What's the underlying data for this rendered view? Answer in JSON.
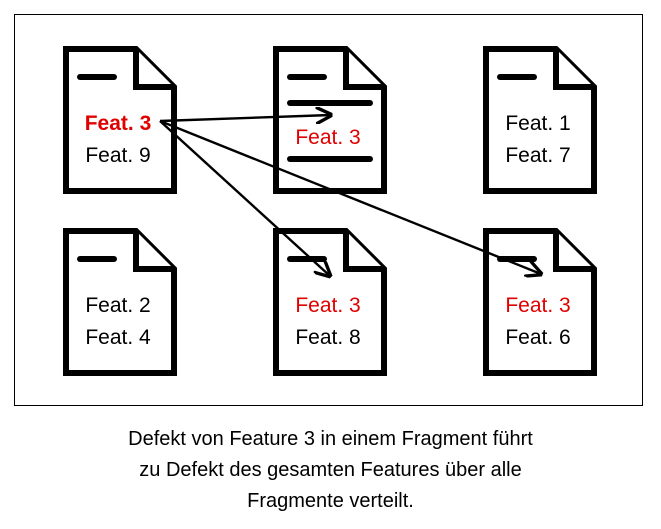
{
  "colors": {
    "highlight": "#e00000",
    "text": "#000000"
  },
  "documents": [
    {
      "lines": [
        {
          "text": "Feat. 3",
          "highlight": true,
          "bold": true
        },
        {
          "text": "Feat. 9",
          "highlight": false,
          "bold": false
        }
      ]
    },
    {
      "lines": [
        {
          "text": "Feat. 3",
          "highlight": true,
          "bold": false
        }
      ]
    },
    {
      "lines": [
        {
          "text": "Feat. 1",
          "highlight": false,
          "bold": false
        },
        {
          "text": "Feat. 7",
          "highlight": false,
          "bold": false
        }
      ]
    },
    {
      "lines": [
        {
          "text": "Feat. 2",
          "highlight": false,
          "bold": false
        },
        {
          "text": "Feat. 4",
          "highlight": false,
          "bold": false
        }
      ]
    },
    {
      "lines": [
        {
          "text": "Feat. 3",
          "highlight": true,
          "bold": false
        },
        {
          "text": "Feat. 8",
          "highlight": false,
          "bold": false
        }
      ]
    },
    {
      "lines": [
        {
          "text": "Feat. 3",
          "highlight": true,
          "bold": false
        },
        {
          "text": "Feat. 6",
          "highlight": false,
          "bold": false
        }
      ]
    }
  ],
  "arrows": [
    {
      "from": 0,
      "to": 1
    },
    {
      "from": 0,
      "to": 4
    },
    {
      "from": 0,
      "to": 5
    }
  ],
  "caption": {
    "line1": "Defekt von Feature 3 in einem Fragment führt",
    "line2": "zu Defekt des gesamten Features über alle",
    "line3": "Fragmente verteilt."
  }
}
